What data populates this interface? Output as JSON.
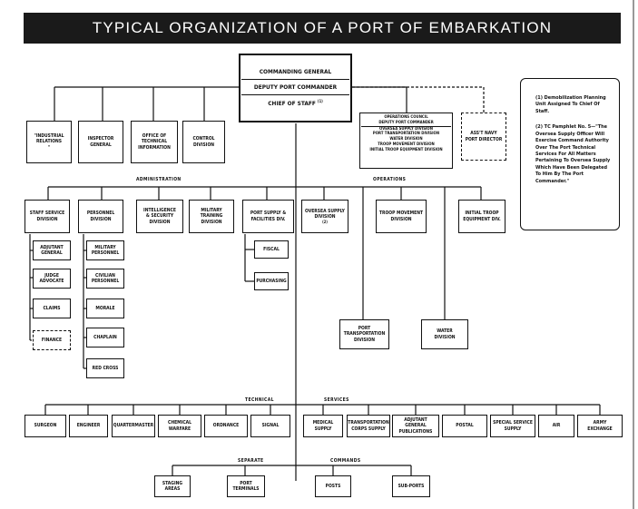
{
  "title": "TYPICAL ORGANIZATION OF A PORT OF EMBARKATION",
  "command": {
    "lines": [
      "COMMANDING GENERAL",
      "DEPUTY PORT COMMANDER",
      "CHIEF OF STAFF"
    ],
    "chief_footnote": "(1)"
  },
  "top_offices": {
    "industrial_relations": "\"INDUSTRIAL\nRELATIONS\n\"",
    "inspector_general": "INSPECTOR\nGENERAL",
    "technical_information": "OFFICE OF\nTECHNICAL\nINFORMATION",
    "control_division": "CONTROL\nDIVISION"
  },
  "operations_council": {
    "lines": [
      "OPERATIONS COUNCIL",
      "DEPUTY PORT COMMANDER",
      "OVERSEA SUPPLY DIVISION",
      "PORT TRANSPORTATION DIVISION",
      "WATER DIVISION",
      "TROOP MOVEMENT DIVISION",
      "INITIAL TROOP EQUIPMENT DIVISION"
    ]
  },
  "navy_director": "ASS'T NAVY\nPORT DIRECTOR",
  "notes": [
    "(1) Demobilization Planning Unit Assigned To Chief Of Staff.",
    "(2) TC Pamphlet No. 5—\"The Oversea Supply Officer Will Exercise Command Authority Over The Port Technical Services For All Matters Pertaining To Oversea Supply Which Have Been Delegated To Him By The Port Commander.\""
  ],
  "section_labels": {
    "administration": "ADMINISTRATION",
    "operations": "OPERATIONS",
    "technical": "TECHNICAL",
    "services": "SERVICES",
    "separate": "SEPARATE",
    "commands": "COMMANDS"
  },
  "administration": {
    "staff_service": "STAFF SERVICE\nDIVISION",
    "staff_children": [
      "ADJUTANT\nGENERAL",
      "JUDGE\nADVOCATE",
      "CLAIMS",
      "FINANCE"
    ],
    "personnel": "PERSONNEL\nDIVISION",
    "personnel_children": [
      "MILITARY\nPERSONNEL",
      "CIVILIAN\nPERSONNEL",
      "MORALE",
      "CHAPLAIN",
      "RED CROSS"
    ],
    "intelligence": "INTELLIGENCE\n& SECURITY\nDIVISION",
    "training": "MILITARY\nTRAINING\nDIVISION",
    "port_supply": "PORT SUPPLY &\nFACILITIES DIV.",
    "port_supply_children": [
      "FISCAL",
      "PURCHASING"
    ]
  },
  "operations": {
    "oversea_supply": "OVERSEA SUPPLY\nDIVISION",
    "oversea_footnote": "(2)",
    "troop_movement": "TROOP MOVEMENT\nDIVISION",
    "initial_troop": "INITIAL TROOP\nEQUIPMENT DIV.",
    "port_transportation": "PORT\nTRANSPORTATION\nDIVISION",
    "water": "WATER\nDIVISION"
  },
  "technical_services": [
    "SURGEON",
    "ENGINEER",
    "QUARTERMASTER",
    "CHEMICAL\nWARFARE",
    "ORDNANCE",
    "SIGNAL",
    "MEDICAL\nSUPPLY",
    "TRANSPORTATION\nCORPS SUPPLY",
    "ADJUTANT GENERAL\nPUBLICATIONS",
    "POSTAL",
    "SPECIAL SERVICE\nSUPPLY",
    "AIR",
    "ARMY\nEXCHANGE"
  ],
  "separate_commands": [
    "STAGING\nAREAS",
    "PORT\nTERMINALS",
    "POSTS",
    "SUB-PORTS"
  ]
}
